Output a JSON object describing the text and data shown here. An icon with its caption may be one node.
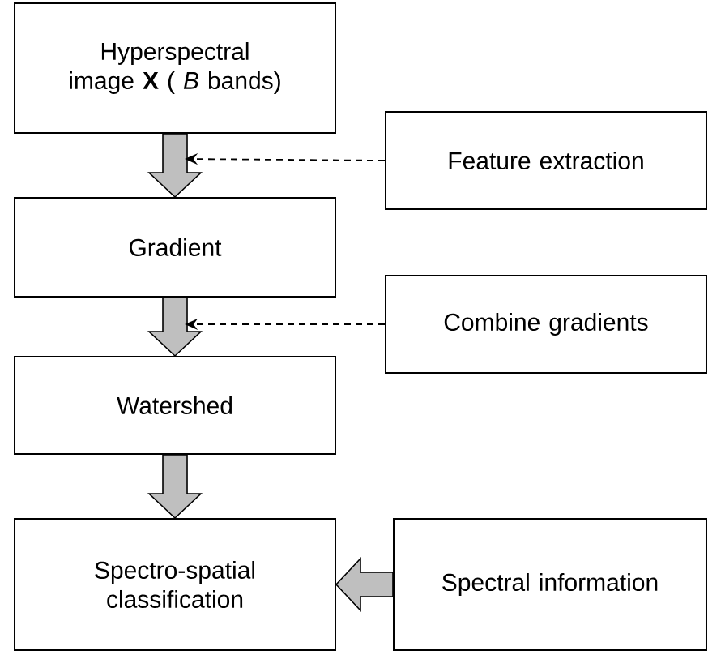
{
  "diagram": {
    "nodes": [
      {
        "text": [
          "Hyperspectral image **X** ( *B* bands)"
        ]
      },
      {
        "text": [
          "Feature extraction"
        ]
      },
      {
        "text": [
          "Gradient"
        ]
      },
      {
        "text": [
          "Combine gradients"
        ]
      },
      {
        "text": [
          "Watershed"
        ]
      },
      {
        "text": [
          "Spectro-spatial classification"
        ]
      },
      {
        "text": [
          "Spectral information"
        ]
      }
    ],
    "edges": [
      {
        "from": 0,
        "to": 2,
        "arrow": "to"
      },
      {
        "from": 1,
        "to": null,
        "arrow": "to",
        "style": "dashed"
      },
      {
        "from": 2,
        "to": 4,
        "arrow": "to"
      },
      {
        "from": 3,
        "to": null,
        "arrow": "to",
        "style": "dashed"
      },
      {
        "from": 4,
        "to": 5,
        "arrow": "to"
      },
      {
        "from": 6,
        "to": 5,
        "arrow": "to"
      }
    ]
  }
}
